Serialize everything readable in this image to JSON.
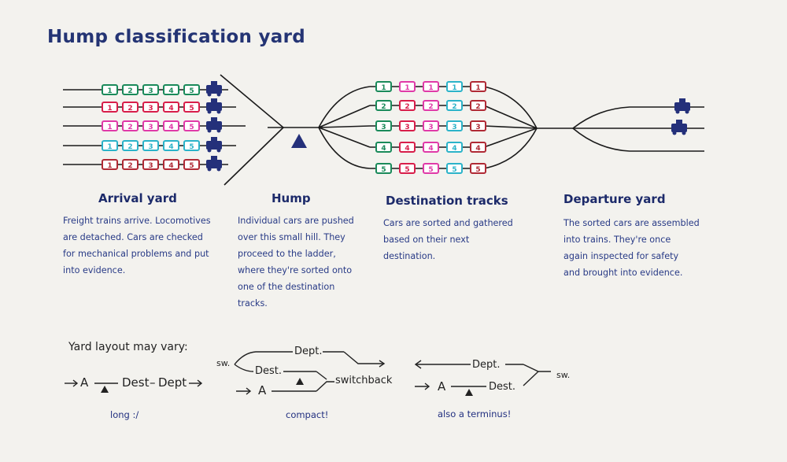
{
  "title": "Hump classification yard",
  "sections": [
    {
      "heading": "Arrival yard",
      "text": [
        "Freight trains arrive. Locomotives",
        "are detached. Cars are checked",
        "for mechanical problems and put",
        "into evidence."
      ]
    },
    {
      "heading": "Hump",
      "text": [
        "Individual cars are pushed",
        "over this small hill. They",
        "proceed to the ladder,",
        "where they're sorted onto",
        "one of the destination",
        "tracks."
      ]
    },
    {
      "heading": "Destination tracks",
      "text": [
        "Cars are sorted and gathered",
        "based on their next",
        "destination."
      ]
    },
    {
      "heading": "Departure yard",
      "text": [
        "The sorted cars are assembled",
        "into trains. They're once",
        "again inspected for safety",
        "and brought into evidence."
      ]
    }
  ],
  "arrival_cars": [
    {
      "labels": [
        "1",
        "2",
        "3",
        "4",
        "5"
      ],
      "color": "#1a8a5a"
    },
    {
      "labels": [
        "1",
        "2",
        "3",
        "4",
        "5"
      ],
      "color": "#d81e4a"
    },
    {
      "labels": [
        "1",
        "2",
        "3",
        "4",
        "5"
      ],
      "color": "#e03aa8"
    },
    {
      "labels": [
        "1",
        "2",
        "3",
        "4",
        "5"
      ],
      "color": "#2bb3c9"
    },
    {
      "labels": [
        "1",
        "2",
        "3",
        "4",
        "5"
      ],
      "color": "#b02a35"
    }
  ],
  "destination_rows": [
    {
      "label": "1",
      "colors": [
        "#1a8a5a",
        "#e03aa8",
        "#e03aa8",
        "#2bb3c9",
        "#b02a35"
      ]
    },
    {
      "label": "2",
      "colors": [
        "#1a8a5a",
        "#d81e4a",
        "#e03aa8",
        "#2bb3c9",
        "#b02a35"
      ]
    },
    {
      "label": "3",
      "colors": [
        "#1a8a5a",
        "#d81e4a",
        "#e03aa8",
        "#2bb3c9",
        "#b02a35"
      ]
    },
    {
      "label": "4",
      "colors": [
        "#1a8a5a",
        "#d81e4a",
        "#e03aa8",
        "#2bb3c9",
        "#b02a35"
      ]
    },
    {
      "label": "5",
      "colors": [
        "#1a8a5a",
        "#d81e4a",
        "#e03aa8",
        "#2bb3c9",
        "#b02a35"
      ]
    }
  ],
  "layouts_heading": "Yard layout may vary:",
  "layouts": {
    "long": {
      "a": "A",
      "dest": "Dest",
      "dash": "–",
      "dept": "Dept",
      "caption": "long :/"
    },
    "compact": {
      "sw": "sw.",
      "dept": "Dept.",
      "dest": "Dest.",
      "a": "A",
      "switchback": "switchback",
      "caption": "compact!"
    },
    "terminus": {
      "dept": "Dept.",
      "sw": "sw.",
      "a": "A",
      "dest": "Dest.",
      "caption": "also a terminus!"
    }
  },
  "colors": {
    "track": "#1a1a1a",
    "ink": "#1f2d6b",
    "hump": "#24307a"
  }
}
